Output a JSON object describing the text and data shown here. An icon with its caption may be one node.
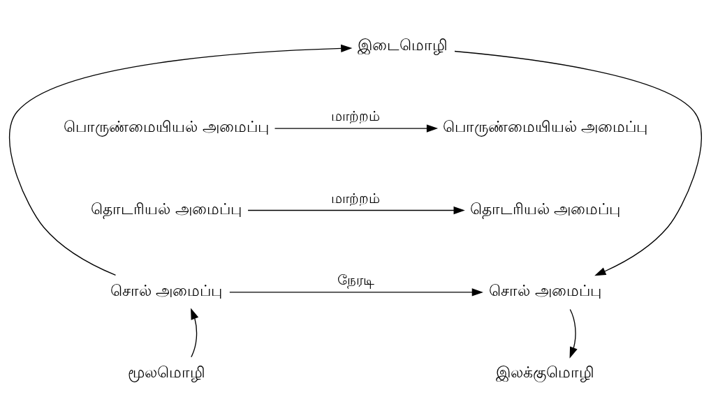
{
  "diagram": {
    "nodes": [
      {
        "text": [
          "இடைமொழி"
        ]
      },
      {
        "text": [
          "பொருண்மையியல் அமைப்பு"
        ]
      },
      {
        "text": [
          "பொருண்மையியல் அமைப்பு"
        ]
      },
      {
        "text": [
          "தொடரியல் அமைப்பு"
        ]
      },
      {
        "text": [
          "தொடரியல் அமைப்பு"
        ]
      },
      {
        "text": [
          "சொல் அமைப்பு"
        ]
      },
      {
        "text": [
          "சொல் அமைப்பு"
        ]
      },
      {
        "text": [
          "மூலமொழி"
        ]
      },
      {
        "text": [
          "இலக்குமொழி"
        ]
      }
    ],
    "edges": [
      {
        "from": 7,
        "to": 5,
        "arrow": "to"
      },
      {
        "from": 5,
        "to": 6,
        "arrow": "to",
        "label": "நேரடி"
      },
      {
        "from": 3,
        "to": 4,
        "arrow": "to",
        "label": "மாற்றம்"
      },
      {
        "from": 1,
        "to": 2,
        "arrow": "to",
        "label": "மாற்றம்"
      },
      {
        "from": 5,
        "to": 0,
        "arrow": "to"
      },
      {
        "from": 0,
        "to": 6,
        "arrow": "to"
      },
      {
        "from": 6,
        "to": 8,
        "arrow": "to"
      }
    ]
  }
}
